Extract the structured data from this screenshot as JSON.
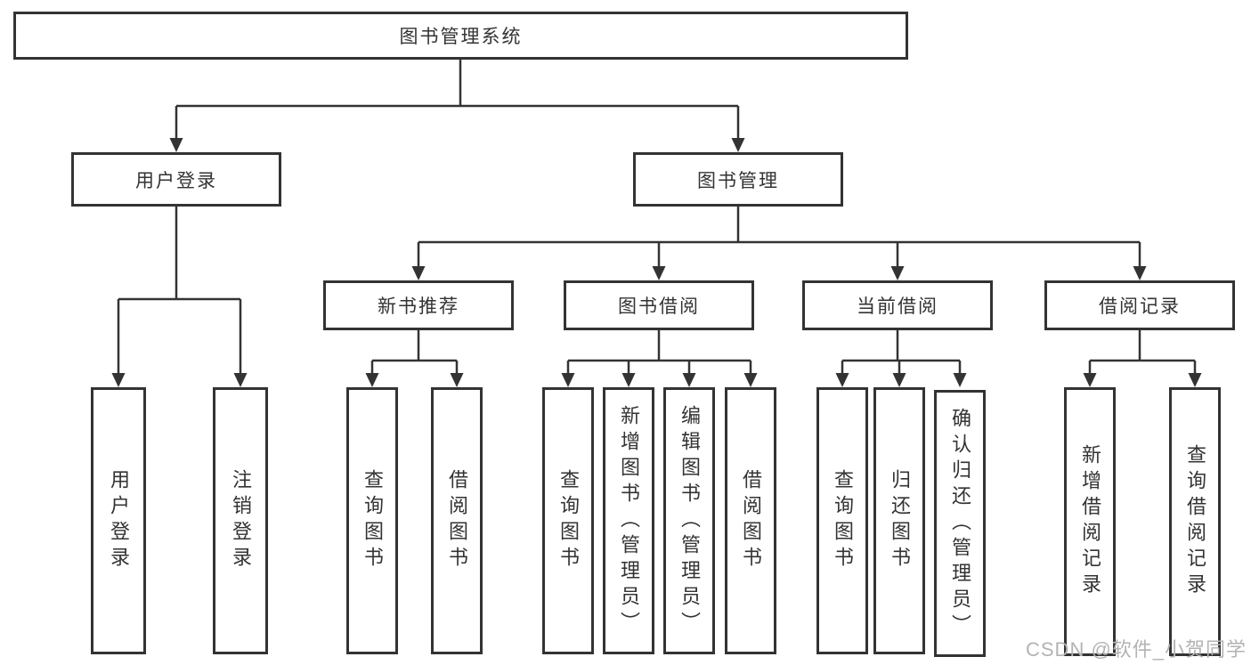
{
  "colors": {
    "line": "#333333",
    "text": "#333333",
    "box_fill": "#ffffff",
    "watermark": "#b3b3b3",
    "background": "#ffffff"
  },
  "tree": {
    "root": "图书管理系统",
    "branches": [
      {
        "label": "用户登录",
        "leaves": [
          "用户登录",
          "注销登录"
        ]
      },
      {
        "label": "图书管理",
        "groups": [
          {
            "label": "新书推荐",
            "leaves": [
              "查询图书",
              "借阅图书"
            ]
          },
          {
            "label": "图书借阅",
            "leaves": [
              "查询图书",
              "新增图书（管理员）",
              "编辑图书（管理员）",
              "借阅图书"
            ]
          },
          {
            "label": "当前借阅",
            "leaves": [
              "查询图书",
              "归还图书",
              "确认归还（管理员）"
            ]
          },
          {
            "label": "借阅记录",
            "leaves": [
              "新增借阅记录",
              "查询借阅记录"
            ]
          }
        ]
      }
    ]
  },
  "watermark": "CSDN @软件_小贺同学"
}
